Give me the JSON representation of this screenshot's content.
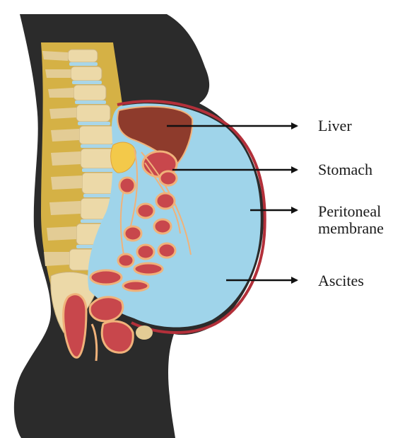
{
  "labels": {
    "liver": "Liver",
    "stomach": "Stomach",
    "peritoneal_line1": "Peritoneal",
    "peritoneal_line2": "membrane",
    "ascites": "Ascites"
  },
  "colors": {
    "body": "#2b2b2b",
    "ascites_fluid": "#9fd4ea",
    "peritoneal_membrane": "#b3303a",
    "liver": "#8e3b2c",
    "organs": "#c8474c",
    "organ_outline": "#f0b27a",
    "spine_bone": "#ecd9a8",
    "spine_disc": "#a9d6e8",
    "fat_yellow": "#f3c94a",
    "arrow": "#111111"
  }
}
